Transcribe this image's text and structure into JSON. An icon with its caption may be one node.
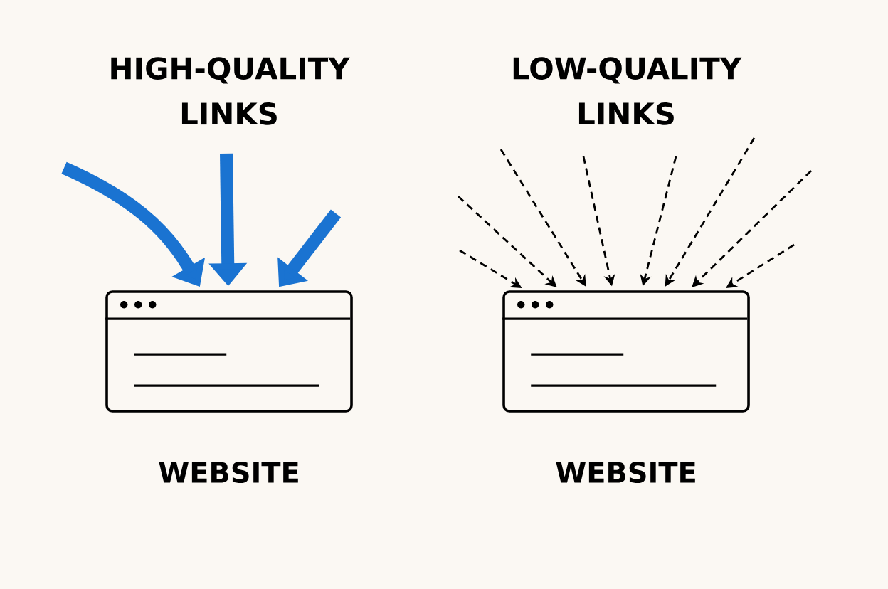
{
  "diagram": {
    "nodes": [
      {
        "text": [
          "WEBSITE"
        ]
      },
      {
        "text": [
          "WEBSITE"
        ]
      }
    ],
    "edges": [
      {
        "from": null,
        "to": 0,
        "arrow": "to",
        "style": "thick",
        "color": "#1a73d1"
      },
      {
        "from": null,
        "to": 0,
        "arrow": "to",
        "style": "thick",
        "color": "#1a73d1"
      },
      {
        "from": null,
        "to": 0,
        "arrow": "to",
        "style": "thick",
        "color": "#1a73d1"
      },
      {
        "from": null,
        "to": 1,
        "arrow": "to",
        "style": "dashed"
      },
      {
        "from": null,
        "to": 1,
        "arrow": "to",
        "style": "dashed"
      },
      {
        "from": null,
        "to": 1,
        "arrow": "to",
        "style": "dashed"
      },
      {
        "from": null,
        "to": 1,
        "arrow": "to",
        "style": "dashed"
      },
      {
        "from": null,
        "to": 1,
        "arrow": "to",
        "style": "dashed"
      },
      {
        "from": null,
        "to": 1,
        "arrow": "to",
        "style": "dashed"
      },
      {
        "from": null,
        "to": 1,
        "arrow": "to",
        "style": "dashed"
      },
      {
        "from": null,
        "to": 1,
        "arrow": "to",
        "style": "dashed"
      }
    ],
    "labels": [
      "HIGH-QUALITY LINKS",
      "LOW-QUALITY LINKS"
    ]
  }
}
